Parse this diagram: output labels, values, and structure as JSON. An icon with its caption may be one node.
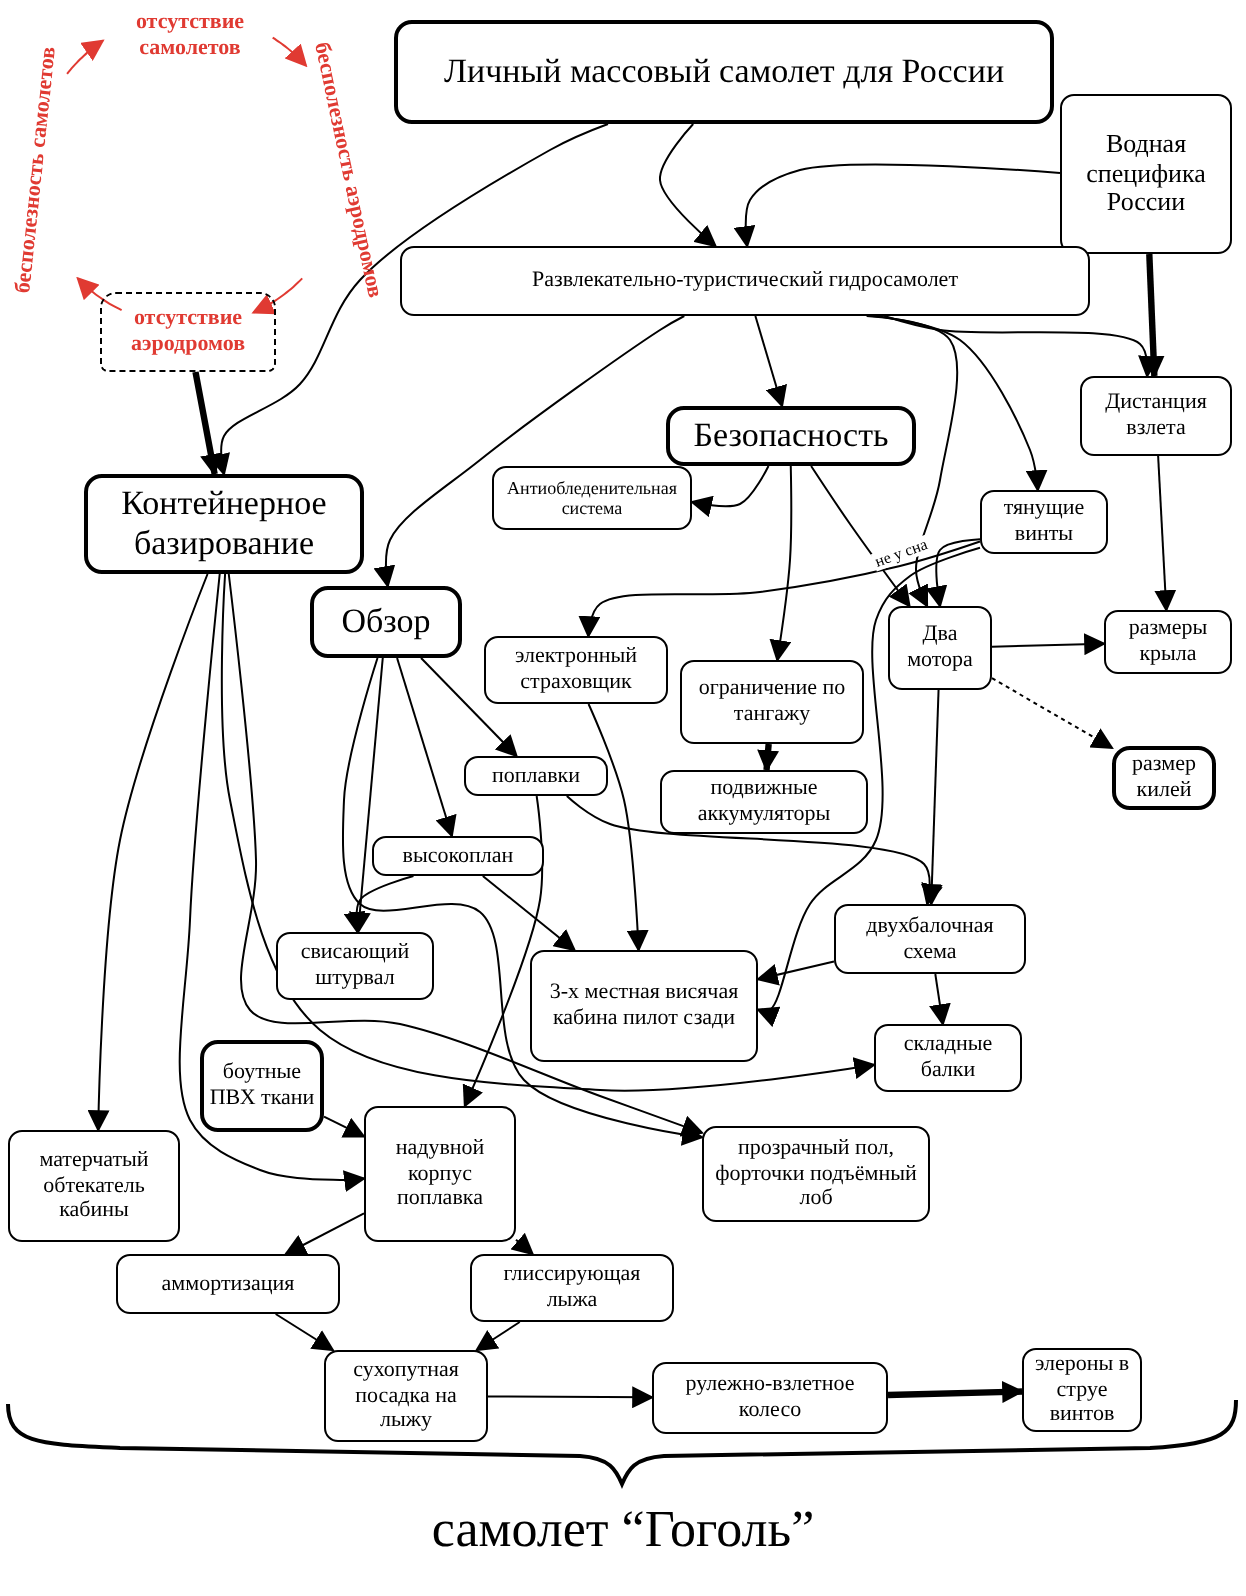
{
  "diagram": {
    "nodes": [
      {
        "text": [
          "отсутствие самолетов"
        ]
      },
      {
        "text": [
          "бесполезность аэродромов"
        ]
      },
      {
        "text": [
          "отсутствие аэродромов"
        ]
      },
      {
        "text": [
          "бесполезность самолетов"
        ]
      },
      {
        "text": [
          "Личный массовый самолет для России"
        ]
      },
      {
        "text": [
          "Водная специфика России"
        ]
      },
      {
        "text": [
          "Развлекательно-туристический гидросамолет"
        ]
      },
      {
        "text": [
          "Дистанция взлета"
        ]
      },
      {
        "text": [
          "Безопасность"
        ]
      },
      {
        "text": [
          "Контейнерное базирование"
        ]
      },
      {
        "text": [
          "Антиобледенительная система"
        ]
      },
      {
        "text": [
          "тянущие винты"
        ]
      },
      {
        "text": [
          "Обзор"
        ]
      },
      {
        "text": [
          "электронный страховщик"
        ]
      },
      {
        "text": [
          "ограничение по тангажу"
        ]
      },
      {
        "text": [
          "Два мотора"
        ]
      },
      {
        "text": [
          "размеры крыла"
        ]
      },
      {
        "text": [
          "размер килей"
        ]
      },
      {
        "text": [
          "подвижные аккумуляторы"
        ]
      },
      {
        "text": [
          "поплавки"
        ]
      },
      {
        "text": [
          "высокоплан"
        ]
      },
      {
        "text": [
          "свисающий штурвал"
        ]
      },
      {
        "text": [
          "3-х местная висячая кабина пилот сзади"
        ]
      },
      {
        "text": [
          "двухбалочная схема"
        ]
      },
      {
        "text": [
          "складные балки"
        ]
      },
      {
        "text": [
          "боутные ПВХ ткани"
        ]
      },
      {
        "text": [
          "матерчатый обтекатель кабины"
        ]
      },
      {
        "text": [
          "надувной корпус поплавка"
        ]
      },
      {
        "text": [
          "прозрачный пол, форточки подъёмный лоб"
        ]
      },
      {
        "text": [
          "аммортизация"
        ]
      },
      {
        "text": [
          "глиссирующая лыжа"
        ]
      },
      {
        "text": [
          "сухопутная посадка на лыжу"
        ]
      },
      {
        "text": [
          "рулежно-взлетное колесо"
        ]
      },
      {
        "text": [
          "элероны в струе винтов"
        ]
      }
    ],
    "edges": [
      {
        "from": 0,
        "to": 1,
        "arrow": "to",
        "color": "#e03a32"
      },
      {
        "from": 1,
        "to": 2,
        "arrow": "to",
        "color": "#e03a32"
      },
      {
        "from": 2,
        "to": 3,
        "arrow": "to",
        "color": "#e03a32"
      },
      {
        "from": 3,
        "to": 0,
        "arrow": "to",
        "color": "#e03a32"
      },
      {
        "from": 2,
        "to": 9,
        "arrow": "to",
        "style": "thick"
      },
      {
        "from": 4,
        "to": 9,
        "arrow": "to"
      },
      {
        "from": 4,
        "to": 6,
        "arrow": "to"
      },
      {
        "from": 5,
        "to": 6,
        "arrow": "to"
      },
      {
        "from": 5,
        "to": 7,
        "arrow": "to",
        "style": "thick"
      },
      {
        "from": 6,
        "to": 7,
        "arrow": "to"
      },
      {
        "from": 6,
        "to": 8,
        "arrow": "to"
      },
      {
        "from": 6,
        "to": 11,
        "arrow": "to"
      },
      {
        "from": 6,
        "to": 12,
        "arrow": "to"
      },
      {
        "from": 6,
        "to": 15,
        "arrow": "to"
      },
      {
        "from": 7,
        "to": 16,
        "arrow": "to"
      },
      {
        "from": 8,
        "to": 10,
        "arrow": "to"
      },
      {
        "from": 8,
        "to": 14,
        "arrow": "to"
      },
      {
        "from": 8,
        "to": 15,
        "arrow": "to"
      },
      {
        "from": 11,
        "to": 15,
        "arrow": "to"
      },
      {
        "from": 11,
        "to": 13,
        "label": "не у сна",
        "arrow": "to"
      },
      {
        "from": 9,
        "to": 26,
        "arrow": "to"
      },
      {
        "from": 9,
        "to": 27,
        "arrow": "to"
      },
      {
        "from": 9,
        "to": 24,
        "arrow": "to"
      },
      {
        "from": 9,
        "to": 28,
        "arrow": "to"
      },
      {
        "from": 12,
        "to": 19,
        "arrow": "to"
      },
      {
        "from": 12,
        "to": 20,
        "arrow": "to"
      },
      {
        "from": 12,
        "to": 21,
        "arrow": "to"
      },
      {
        "from": 12,
        "to": 28,
        "arrow": "to"
      },
      {
        "from": 20,
        "to": 21,
        "arrow": "to"
      },
      {
        "from": 20,
        "to": 22,
        "arrow": "to"
      },
      {
        "from": 13,
        "to": 22,
        "arrow": "to"
      },
      {
        "from": 19,
        "to": 23,
        "arrow": "to"
      },
      {
        "from": 19,
        "to": 27,
        "arrow": "to"
      },
      {
        "from": 15,
        "to": 16,
        "arrow": "to"
      },
      {
        "from": 15,
        "to": 17,
        "arrow": "to",
        "style": "dashed"
      },
      {
        "from": 15,
        "to": 23,
        "arrow": "to"
      },
      {
        "from": 23,
        "to": 22,
        "arrow": "to"
      },
      {
        "from": 23,
        "to": 24,
        "arrow": "to"
      },
      {
        "from": 14,
        "to": 18,
        "arrow": "to",
        "style": "thick"
      },
      {
        "from": 11,
        "to": 22,
        "arrow": "to"
      },
      {
        "from": 25,
        "to": 27,
        "arrow": "to"
      },
      {
        "from": 27,
        "to": 29,
        "arrow": "to"
      },
      {
        "from": 27,
        "to": 30,
        "arrow": "to"
      },
      {
        "from": 29,
        "to": 31,
        "arrow": "to"
      },
      {
        "from": 30,
        "to": 31,
        "arrow": "to"
      },
      {
        "from": 31,
        "to": 32,
        "arrow": "to"
      },
      {
        "from": 32,
        "to": 33,
        "arrow": "to",
        "style": "thick"
      }
    ],
    "labels": [
      "самолет “Гоголь”"
    ]
  }
}
